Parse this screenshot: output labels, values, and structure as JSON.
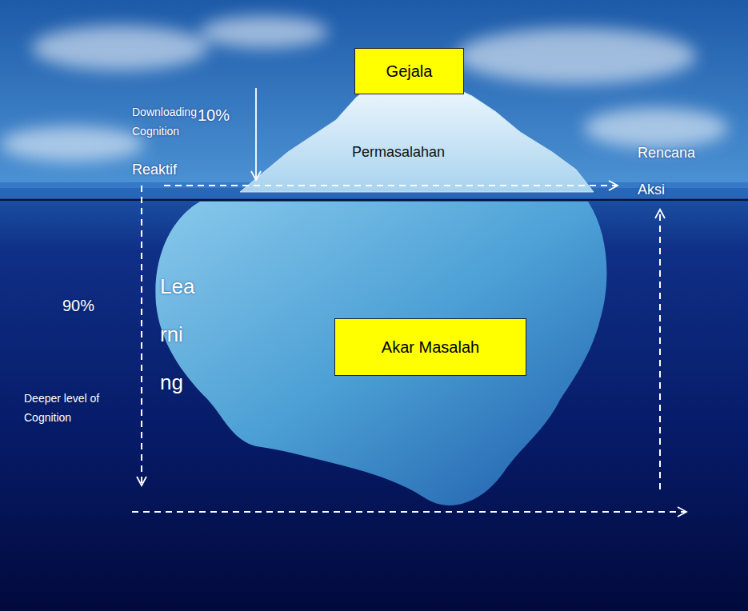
{
  "diagram": {
    "nodes": [
      {
        "text": [
          "Gejala"
        ]
      },
      {
        "text": [
          "Akar Masalah"
        ]
      }
    ],
    "labels": [
      "Downloading Cognition",
      "10%",
      "Reaktif",
      "Permasalahan",
      "Rencana Aksi",
      "90%",
      "Lea rni ng",
      "Deeper level of Cognition"
    ]
  }
}
